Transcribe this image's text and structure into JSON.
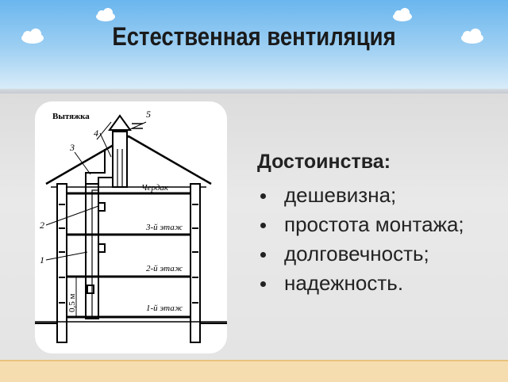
{
  "slide": {
    "title": "Естественная вентиляция",
    "advantages_heading": "Достоинства:",
    "advantages": [
      "дешевизна;",
      "простота монтажа;",
      "долговечность;",
      "надежность."
    ]
  },
  "diagram": {
    "labels": {
      "exhaust": "Вытяжка",
      "n1": "1",
      "n2": "2",
      "n3": "3",
      "n4": "4",
      "n5": "5",
      "attic": "Чердак",
      "floor3": "3-й этаж",
      "floor2": "2-й этаж",
      "floor1": "1-й этаж",
      "height": "0,5 м"
    }
  },
  "colors": {
    "sky_top": "#6ab6ee",
    "bottom_bar": "#f6ddb0"
  }
}
